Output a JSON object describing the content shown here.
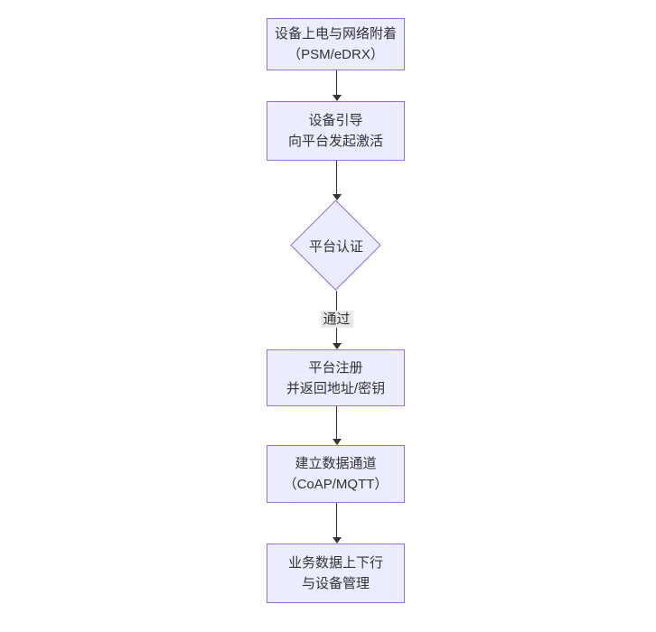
{
  "diagram": {
    "type": "flowchart",
    "direction": "top-down",
    "colors": {
      "background": "#ffffff",
      "node_fill": "#ECECFF",
      "node_border": "#9370DB",
      "edge_color": "#333333",
      "text_color": "#333333",
      "edge_label_bg": "#e8e8e8"
    },
    "nodes": [
      {
        "id": "power-attach",
        "shape": "rect",
        "lines": [
          "设备上电与网络附着",
          "（PSM/eDRX）"
        ]
      },
      {
        "id": "bootstrap",
        "shape": "rect",
        "lines": [
          "设备引导",
          "向平台发起激活"
        ]
      },
      {
        "id": "platform-auth",
        "shape": "diamond",
        "lines": [
          "平台认证"
        ]
      },
      {
        "id": "platform-register",
        "shape": "rect",
        "lines": [
          "平台注册",
          "并返回地址/密钥"
        ]
      },
      {
        "id": "data-channel",
        "shape": "rect",
        "lines": [
          "建立数据通道",
          "（CoAP/MQTT）"
        ]
      },
      {
        "id": "business-data",
        "shape": "rect",
        "lines": [
          "业务数据上下行",
          "与设备管理"
        ]
      }
    ],
    "edges": [
      {
        "from": "power-attach",
        "to": "bootstrap",
        "label": ""
      },
      {
        "from": "bootstrap",
        "to": "platform-auth",
        "label": ""
      },
      {
        "from": "platform-auth",
        "to": "platform-register",
        "label": "通过"
      },
      {
        "from": "platform-register",
        "to": "data-channel",
        "label": ""
      },
      {
        "from": "data-channel",
        "to": "business-data",
        "label": ""
      }
    ]
  }
}
